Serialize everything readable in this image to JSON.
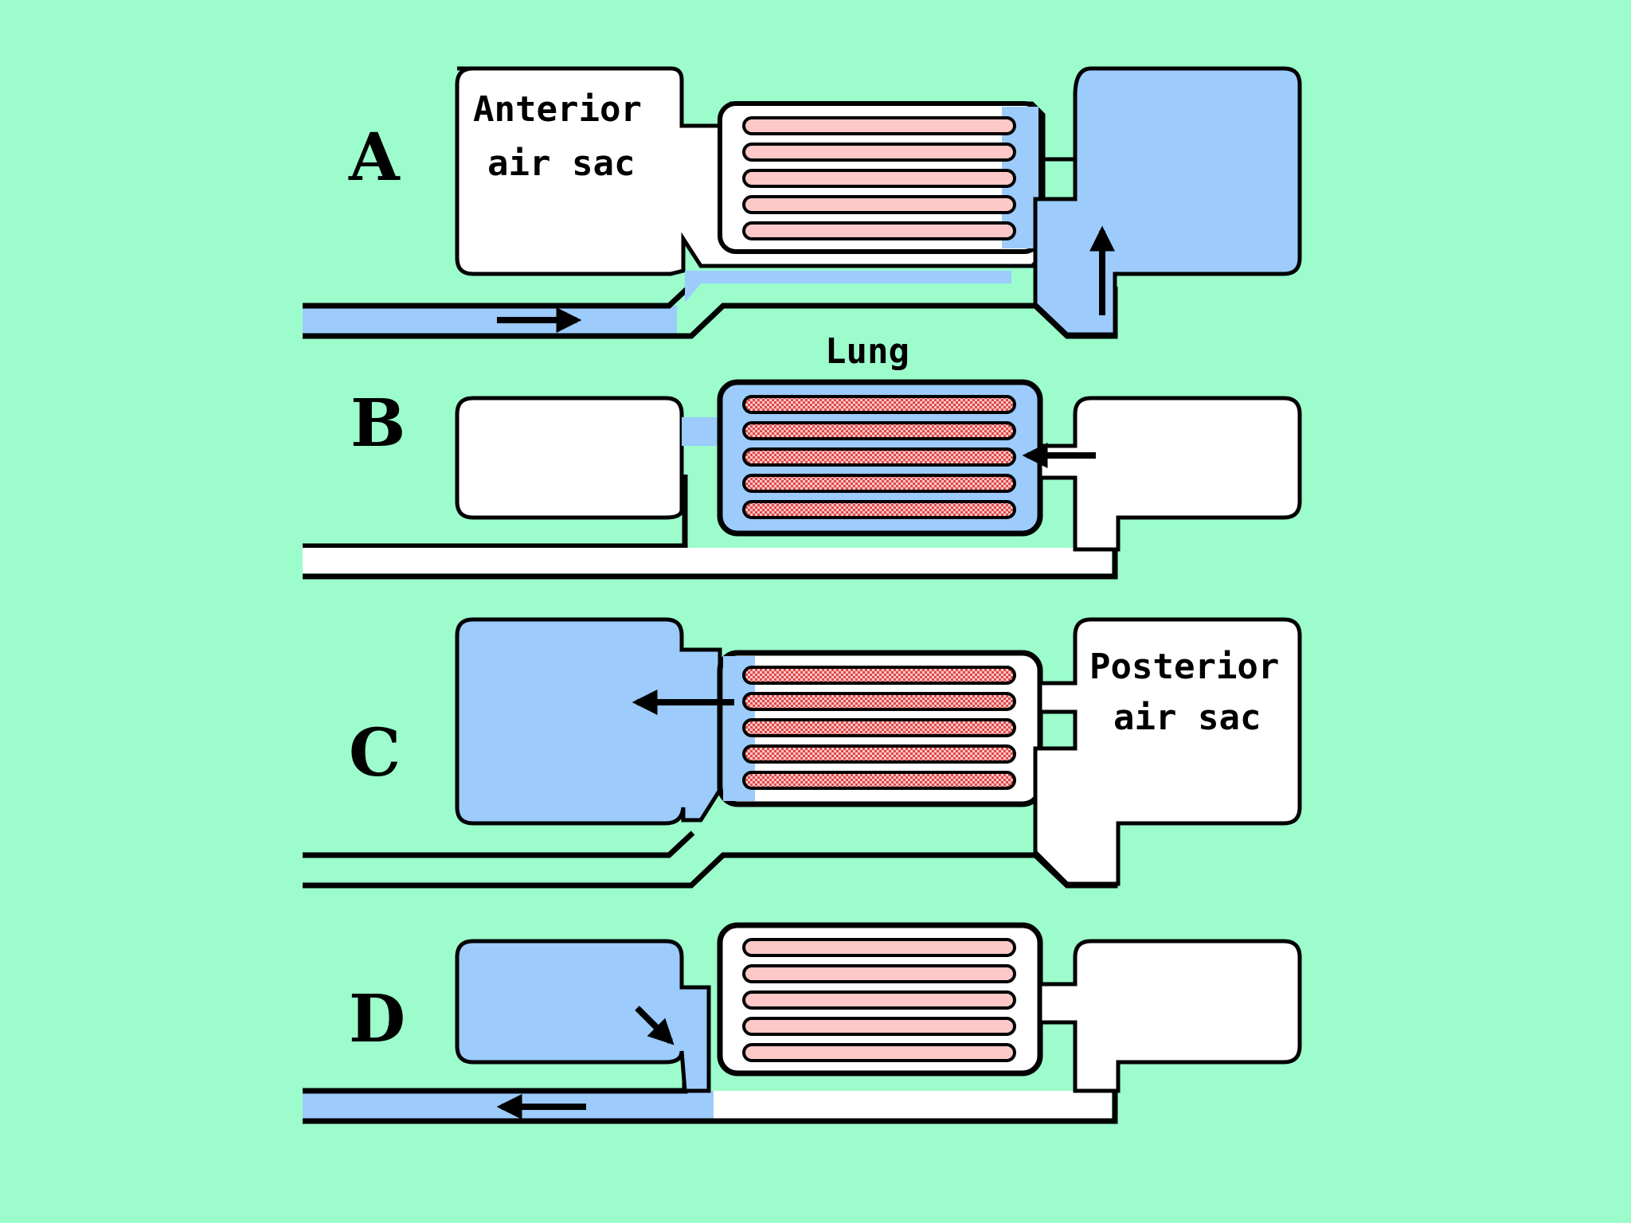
{
  "colors": {
    "background": "#9cfccc",
    "air": "#9ccbfc",
    "lung_light": "#fcc8c8",
    "lung_dark": "#e04848",
    "line": "#000000",
    "empty": "#ffffff"
  },
  "labels": {
    "anterior_line1": "Anterior",
    "anterior_line2": "air sac",
    "lung": "Lung",
    "posterior_line1": "Posterior",
    "posterior_line2": "air sac"
  },
  "panels": [
    {
      "id": "A",
      "letter": "A",
      "inlet": "blue",
      "anterior_sac": "empty",
      "posterior_sac": "blue",
      "lung": "light",
      "duct": "blue"
    },
    {
      "id": "B",
      "letter": "B",
      "inlet": "empty",
      "anterior_sac": "empty",
      "posterior_sac": "empty",
      "lung": "dark",
      "duct": "empty"
    },
    {
      "id": "C",
      "letter": "C",
      "inlet": "empty",
      "anterior_sac": "blue",
      "posterior_sac": "empty",
      "lung": "dark",
      "duct": "empty"
    },
    {
      "id": "D",
      "letter": "D",
      "inlet": "blue",
      "anterior_sac": "blue",
      "posterior_sac": "empty",
      "lung": "light",
      "duct": "empty"
    }
  ]
}
